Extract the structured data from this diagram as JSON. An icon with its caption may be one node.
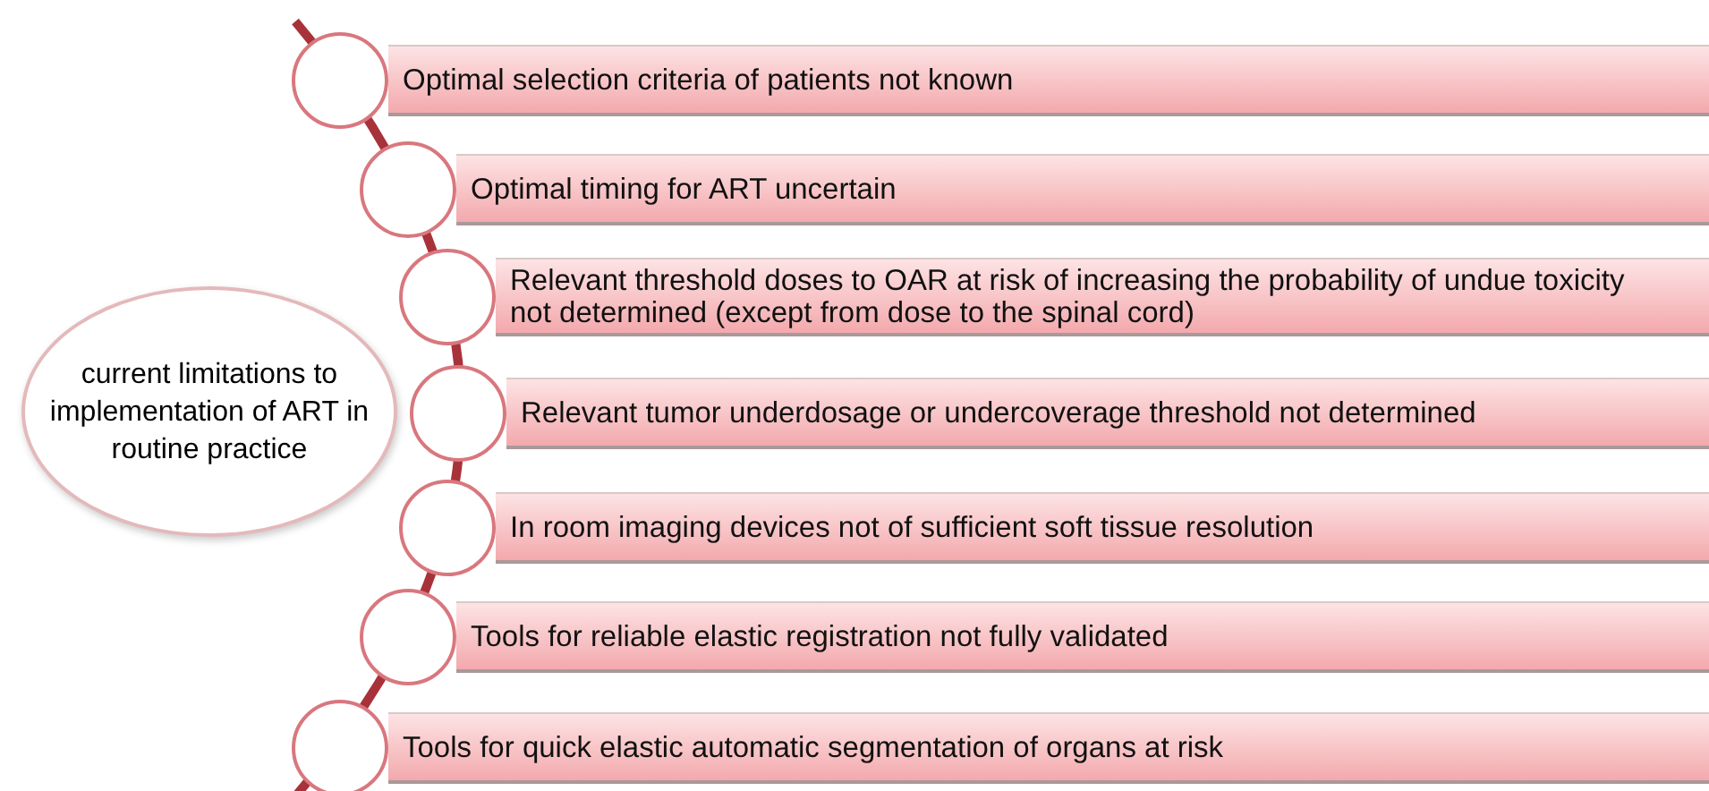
{
  "diagram": {
    "nodes": [
      {
        "text": [
          "current limitations to implementation of ART in routine practice"
        ]
      },
      {
        "text": [
          "Optimal selection criteria of patients not known"
        ]
      },
      {
        "text": [
          "Optimal timing for ART uncertain"
        ]
      },
      {
        "text": [
          "Relevant threshold doses to OAR at risk of increasing the probability of undue toxicity not determined (except from dose to the spinal cord)"
        ]
      },
      {
        "text": [
          "Relevant tumor underdosage or undercoverage threshold not determined"
        ]
      },
      {
        "text": [
          "In room imaging devices not of sufficient soft tissue resolution"
        ]
      },
      {
        "text": [
          "Tools for reliable elastic registration not fully validated"
        ]
      },
      {
        "text": [
          "Tools for quick elastic automatic segmentation of organs at risk"
        ]
      }
    ]
  }
}
